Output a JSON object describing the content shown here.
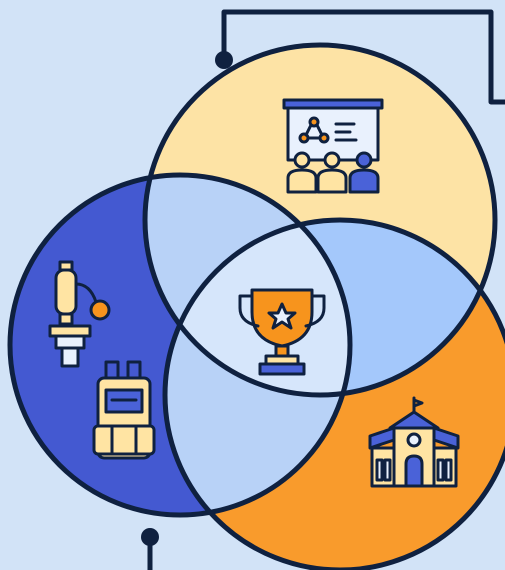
{
  "colors": {
    "background": "#d2e3f7",
    "outline": "#0f2140",
    "top_circle": "#fde3a5",
    "left_circle": "#4459d1",
    "right_circle": "#f99b2c",
    "overlap": "#b8d2f7",
    "overlap_right": "#a4c8fb",
    "center": "#d6e6fb",
    "icon_blue": "#4a62d8",
    "icon_yellow": "#ffe4a3",
    "icon_orange": "#f7941d",
    "icon_light": "#e9f1fd"
  },
  "diagram": {
    "type": "three-circle-venn",
    "circles": [
      {
        "id": "top",
        "icon": "presentation-meeting-icon"
      },
      {
        "id": "left",
        "icon": "microscope-icon",
        "secondary_icon": "backpack-icon"
      },
      {
        "id": "right",
        "icon": "school-building-icon"
      }
    ],
    "center_icon": "trophy-icon"
  }
}
